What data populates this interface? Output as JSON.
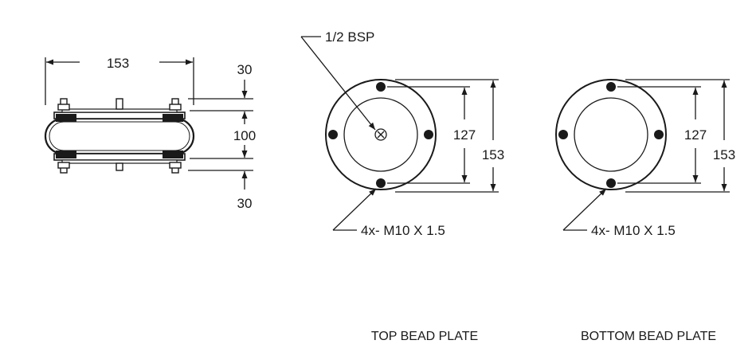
{
  "side_view": {
    "width_dim": "153",
    "top_gap_dim": "30",
    "height_dim": "100",
    "bottom_gap_dim": "30"
  },
  "top_plate": {
    "port_callout": "1/2 BSP",
    "inner_dim": "127",
    "outer_dim": "153",
    "holes_callout": "4x- M10 X 1.5",
    "caption": "TOP BEAD PLATE"
  },
  "bottom_plate": {
    "inner_dim": "127",
    "outer_dim": "153",
    "holes_callout": "4x- M10 X 1.5",
    "caption": "BOTTOM BEAD PLATE"
  }
}
